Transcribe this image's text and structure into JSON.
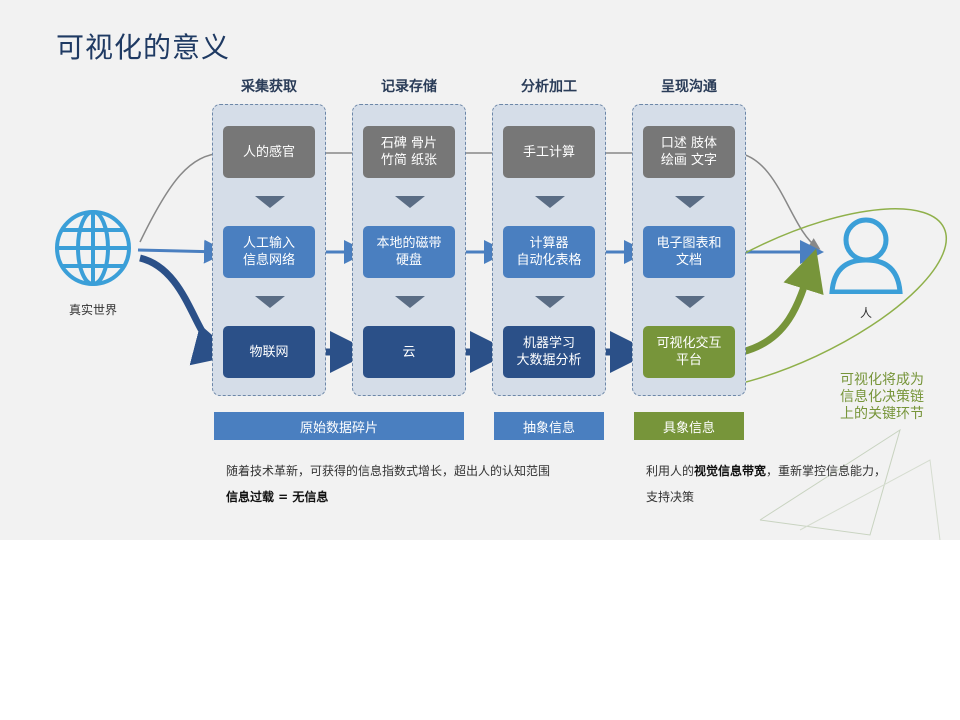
{
  "title": "可视化的意义",
  "columns": [
    {
      "header": "采集获取",
      "row1": "人的感官",
      "row2": "人工输入\n信息网络",
      "row3": "物联网"
    },
    {
      "header": "记录存储",
      "row1": "石碑 骨片\n竹简 纸张",
      "row2": "本地的磁带\n硬盘",
      "row3": "云"
    },
    {
      "header": "分析加工",
      "row1": "手工计算",
      "row2": "计算器\n自动化表格",
      "row3": "机器学习\n大数据分析"
    },
    {
      "header": "呈现沟通",
      "row1": "口述 肢体\n绘画 文字",
      "row2": "电子图表和\n文档",
      "row3": "可视化交互\n平台"
    }
  ],
  "left_label": "真实世界",
  "right_label": "人",
  "bands": {
    "raw": "原始数据碎片",
    "abstract": "抽象信息",
    "concrete": "具象信息"
  },
  "note_left": {
    "line1": "随着技术革新，可获得的信息指数式增长，超出人的认知范围",
    "line2": "信息过载 = 无信息"
  },
  "note_right": {
    "prefix": "利用人的",
    "bold": "视觉信息带宽",
    "suffix": "，重新掌控信息能力，",
    "line2": "支持决策"
  },
  "callout": "可视化将成为\n信息化决策链\n上的关键环节",
  "colors": {
    "title": "#1f3a63",
    "grey": "#777777",
    "light_blue": "#4a7fc0",
    "dark_blue": "#2b5088",
    "green": "#77953a",
    "globe": "#3b9fd8"
  }
}
